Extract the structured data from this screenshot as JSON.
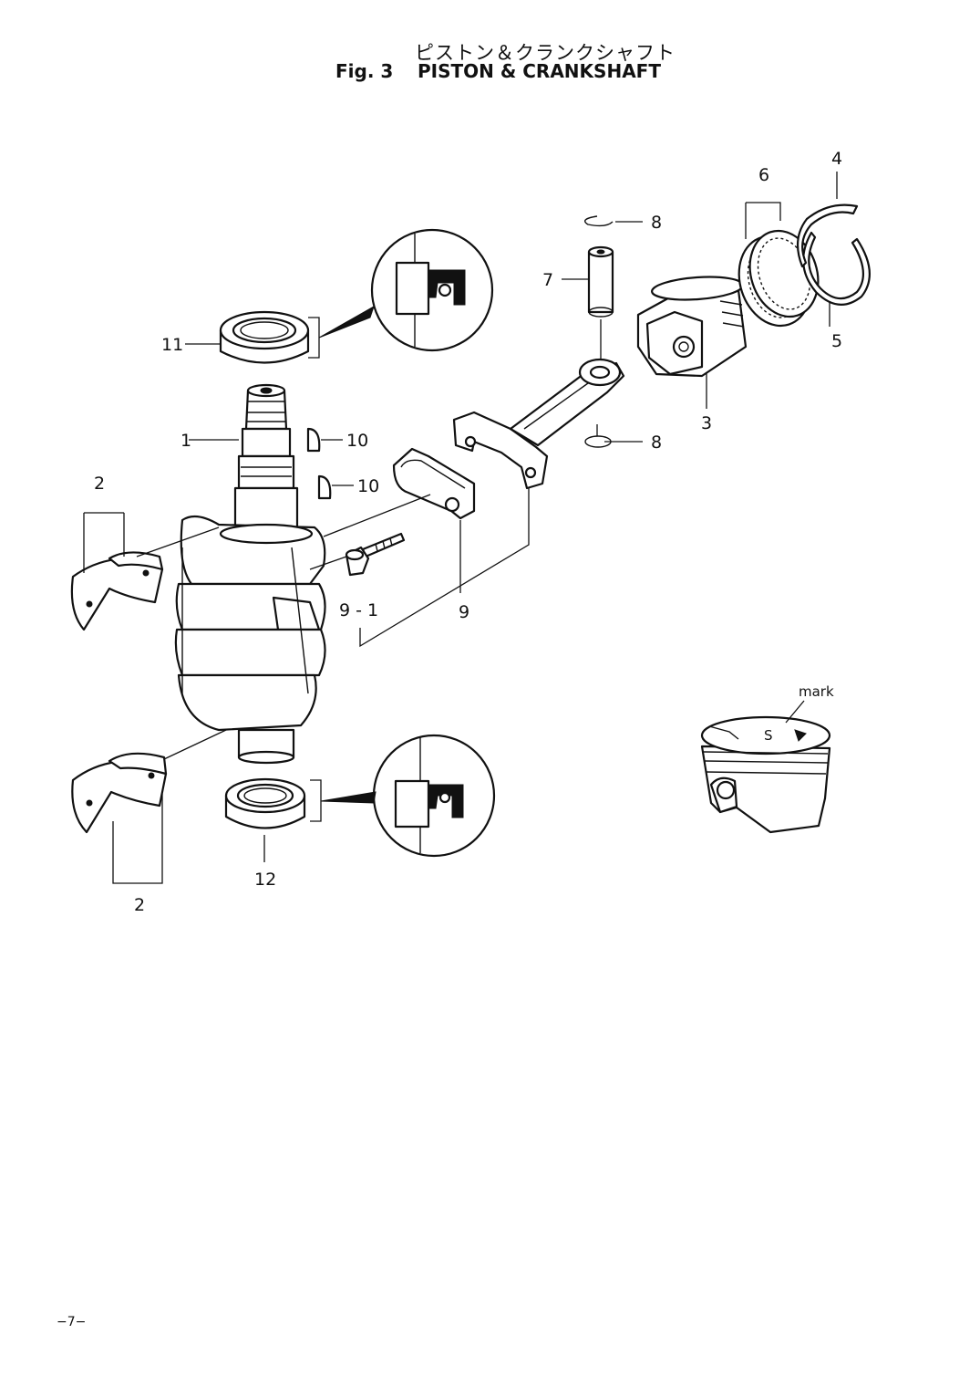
{
  "title_jp": "ピストン＆クランクシャフト",
  "fig_label": "Fig. 3",
  "title_en": "PISTON & CRANKSHAFT",
  "page_number": "−7−",
  "callouts": {
    "crankshaft": "1",
    "bearing_upper": "2",
    "bearing_lower": "2",
    "piston": "3",
    "ring_top": "4",
    "ring_second": "5",
    "ring_oil": "6",
    "piston_pin": "7",
    "clip_upper": "8",
    "clip_lower": "8",
    "connecting_rod": "9",
    "rod_bolt": "9 - 1",
    "key_upper": "10",
    "key_lower": "10",
    "oil_seal_upper": "11",
    "oil_seal_lower": "12"
  },
  "piston_mark_label": "mark"
}
